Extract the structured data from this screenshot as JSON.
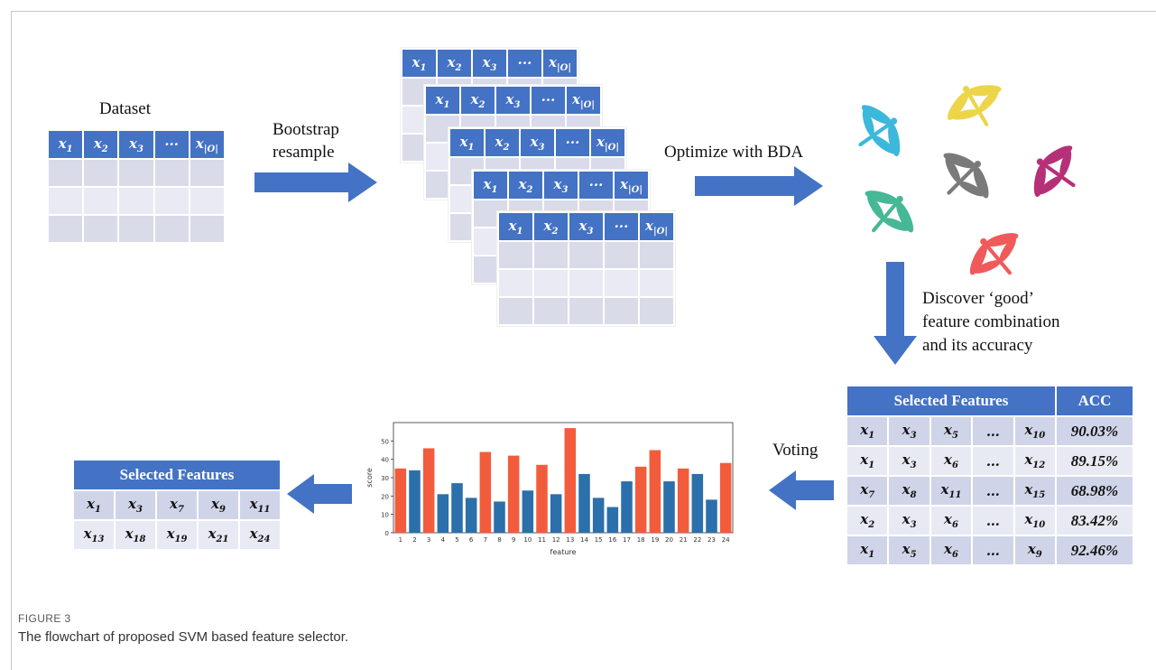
{
  "labels": {
    "dataset": "Dataset",
    "bootstrap_line1": "Bootstrap",
    "bootstrap_line2": "resample",
    "optimize": "Optimize with BDA",
    "discover_line1": "Discover ‘good’",
    "discover_line2": "feature combination",
    "discover_line3": "and its accuracy",
    "voting": "Voting"
  },
  "feature_header": [
    "x1",
    "x2",
    "x3",
    "···",
    "x|O|"
  ],
  "results_table": {
    "header_features": "Selected Features",
    "header_acc": "ACC",
    "rows": [
      {
        "f": [
          "x1",
          "x3",
          "x5",
          "…",
          "x10"
        ],
        "acc": "90.03%"
      },
      {
        "f": [
          "x1",
          "x3",
          "x6",
          "…",
          "x12"
        ],
        "acc": "89.15%"
      },
      {
        "f": [
          "x7",
          "x8",
          "x11",
          "…",
          "x15"
        ],
        "acc": "68.98%"
      },
      {
        "f": [
          "x2",
          "x3",
          "x6",
          "…",
          "x10"
        ],
        "acc": "83.42%"
      },
      {
        "f": [
          "x1",
          "x5",
          "x6",
          "…",
          "x9"
        ],
        "acc": "92.46%"
      }
    ]
  },
  "final_table": {
    "header": "Selected Features",
    "rows": [
      [
        "x1",
        "x3",
        "x7",
        "x9",
        "x11"
      ],
      [
        "x13",
        "x18",
        "x19",
        "x21",
        "x24"
      ]
    ]
  },
  "chart_data": {
    "type": "bar",
    "xlabel": "feature",
    "ylabel": "score",
    "ylim": [
      0,
      60
    ],
    "yticks": [
      0,
      10,
      20,
      30,
      40,
      50
    ],
    "categories": [
      "1",
      "2",
      "3",
      "4",
      "5",
      "6",
      "7",
      "8",
      "9",
      "10",
      "11",
      "12",
      "13",
      "14",
      "15",
      "16",
      "17",
      "18",
      "19",
      "20",
      "21",
      "22",
      "23",
      "24"
    ],
    "values": [
      35,
      34,
      46,
      21,
      27,
      19,
      44,
      17,
      42,
      23,
      37,
      21,
      57,
      32,
      19,
      14,
      28,
      36,
      45,
      28,
      35,
      32,
      18,
      38
    ],
    "selected": [
      true,
      false,
      true,
      false,
      false,
      false,
      true,
      false,
      true,
      false,
      true,
      false,
      true,
      false,
      false,
      false,
      false,
      true,
      true,
      false,
      true,
      false,
      false,
      true
    ],
    "colors": {
      "selected": "#f25c3c",
      "other": "#2b6fab"
    }
  },
  "dragonflies": [
    {
      "color": "#2bb3d8"
    },
    {
      "color": "#ecd23a"
    },
    {
      "color": "#b01f6c"
    },
    {
      "color": "#6f6f6f"
    },
    {
      "color": "#37b38e"
    },
    {
      "color": "#ef4d4d"
    }
  ],
  "arrow_color": "#4472c4",
  "caption": {
    "head": "FIGURE 3",
    "text": "The flowchart of proposed SVM based feature selector."
  }
}
